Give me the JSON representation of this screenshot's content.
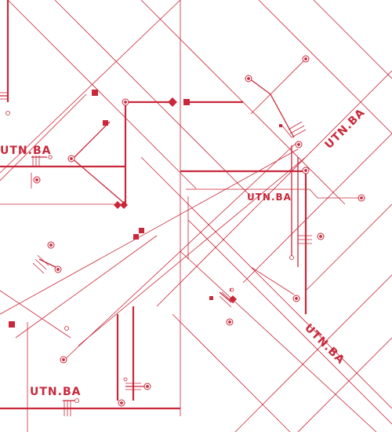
{
  "brand": {
    "label_1": "UTN.BA",
    "label_2": "UTN.BA",
    "label_3": "UTN.BA",
    "label_4": "UTN.BA",
    "label_5": "UTN.BA"
  },
  "colors": {
    "line": "#c8283a",
    "background": "#ffffff"
  }
}
